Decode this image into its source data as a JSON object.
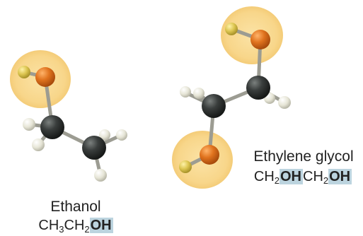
{
  "colors": {
    "hydroxyl_highlight": "#f9d98a",
    "formula_highlight": "#bcd4df",
    "carbon": "#2f3332",
    "oxygen": "#e0731e",
    "hydrogen_oh": "#d9c24e",
    "hydrogen": "#e9e8d9",
    "bond": "#9c9c92"
  },
  "molecules": [
    {
      "name": "Ethanol",
      "formula": {
        "part1": "CH",
        "sub1": "3",
        "part2": "CH",
        "sub2": "2",
        "group1": "OH"
      }
    },
    {
      "name": "Ethylene glycol",
      "formula": {
        "part1": "CH",
        "sub1": "2",
        "group1": "OH",
        "part2": "CH",
        "sub2": "2",
        "group2": "OH"
      }
    }
  ]
}
